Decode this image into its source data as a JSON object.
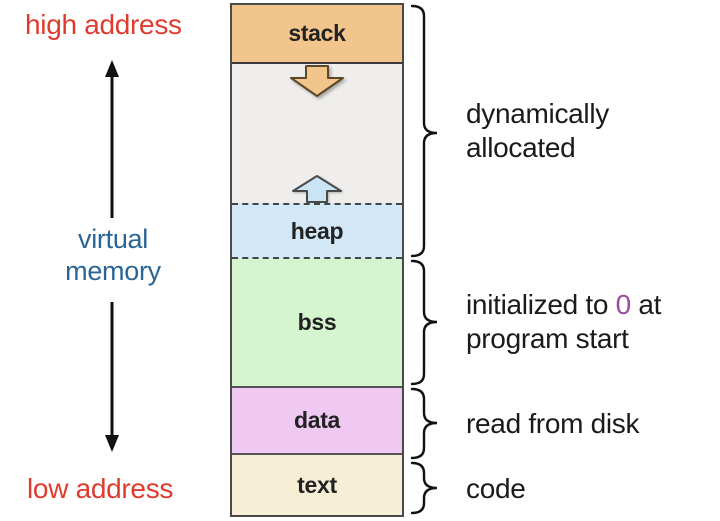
{
  "diagram": {
    "left": {
      "high_address": "high address",
      "virtual_memory": [
        "virtual",
        "memory"
      ],
      "low_address": "low address"
    },
    "column": {
      "stack": "stack",
      "heap": "heap",
      "bss": "bss",
      "data": "data",
      "text": "text"
    },
    "right": {
      "dynamically_allocated": [
        "dynamically",
        "allocated"
      ],
      "initialized": {
        "prefix": "initialized to ",
        "zero": "0",
        "suffix": " at",
        "line2": "program start"
      },
      "read_from_disk": "read from disk",
      "code": "code"
    },
    "colors": {
      "address_label_red": "#E03B2F",
      "virtual_memory_blue": "#2A6596",
      "zero_purple": "#9C4C9C",
      "stack_fill": "#F2C58C",
      "free_fill": "#EFEEED",
      "heap_fill": "#D2E8F6",
      "bss_fill": "#D5F5CE",
      "data_fill": "#F0C9F3",
      "text_fill": "#F6EFD5",
      "arrow_down_fill": "#F2C58C",
      "arrow_up_fill": "#C9E5F5",
      "border_dark": "#4A4A4A",
      "brace_black": "#111111"
    }
  }
}
